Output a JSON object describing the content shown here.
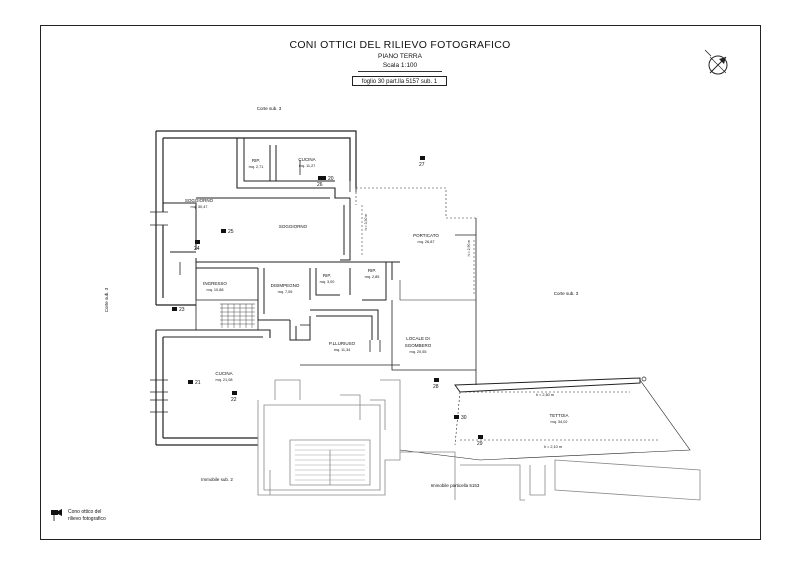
{
  "header": {
    "title": "CONI OTTICI DEL RILIEVO FOTOGRAFICO",
    "subtitle": "PIANO TERRA",
    "scale": "Scala 1:100",
    "parcel": "foglio 30 part.lla 5157 sub. 1"
  },
  "outside": {
    "corte_top": "Corte sub. 3",
    "corte_left": "Corte sub. 3",
    "corte_right": "Corte sub. 3",
    "immobile_left": "Immobile sub. 2",
    "immobile_right": "Immobile particella 5153"
  },
  "rooms": {
    "rip1_name": "RIP.",
    "rip1_area": "mq. 2,71",
    "cucina1_name": "CUCINA",
    "cucina1_area": "mq. 11,27",
    "soggiorno1_name": "SOGGIORNO",
    "soggiorno1_area": "mq. 30,47",
    "soggiorno2_name": "SOGGIORNO",
    "porticato_name": "PORTICATO",
    "porticato_area": "mq. 26,87",
    "ingresso_name": "INGRESSO",
    "ingresso_area": "mq. 10,88",
    "disimpegno_name": "DISIMPEGNO",
    "disimpegno_area": "mq. 7,05",
    "rip2_name": "RIP.",
    "rip2_area": "mq. 3,00",
    "rip3_name": "RIP.",
    "rip3_area": "mq. 2,85",
    "plluriuso_name": "P.LLURIUSO",
    "plluriuso_area": "mq. 11,34",
    "locale_name1": "LOCALE DI",
    "locale_name2": "SGOMBERO",
    "locale_area": "mq. 20,55",
    "cucina2_name": "CUCINA",
    "cucina2_area": "mq. 21,08",
    "tettoia_name": "TETTOIA",
    "tettoia_area": "mq. 34,02"
  },
  "heights": {
    "h1": "h = 3,30 m",
    "h2": "h = 2,90 m",
    "h3": "h = 2,60 m",
    "h4": "h = 2,10 m"
  },
  "cameras": [
    "20",
    "21",
    "22",
    "23",
    "24",
    "25",
    "26",
    "27",
    "28",
    "29",
    "30"
  ],
  "legend": {
    "line1": "Cono ottico del",
    "line2": "rilievo fotografico"
  }
}
